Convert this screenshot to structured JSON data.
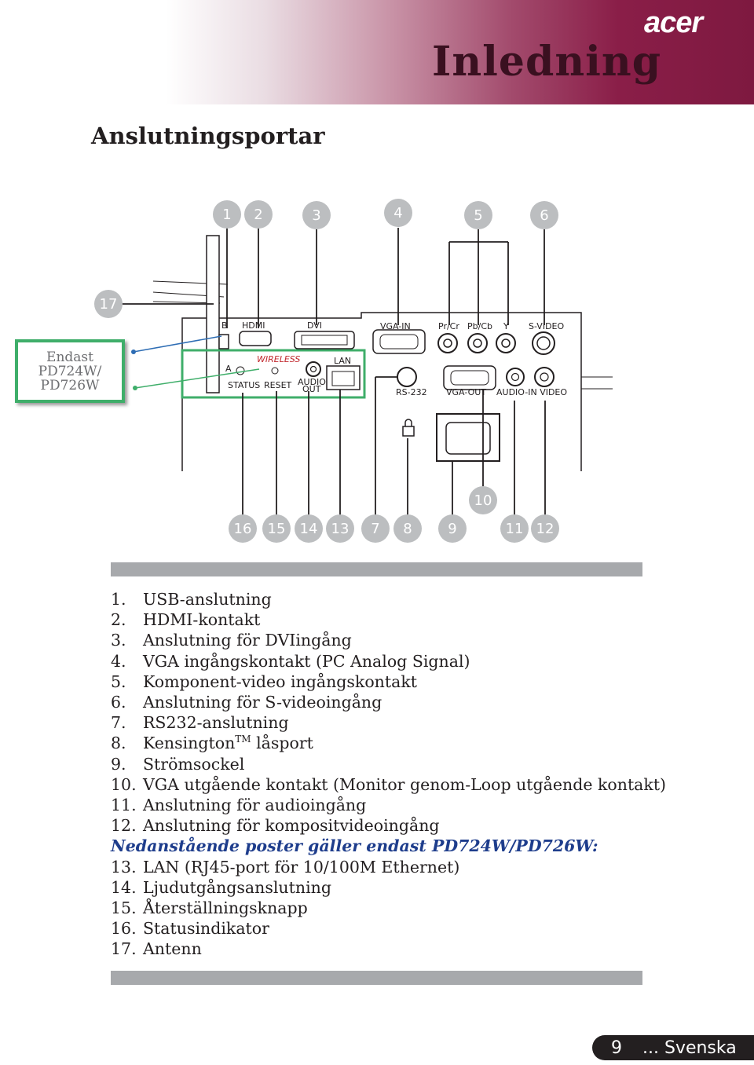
{
  "header": {
    "chapter": "Inledning",
    "brand": "acer"
  },
  "section_title": "Anslutningsportar",
  "callout": {
    "line1": "Endast",
    "line2": "PD724W/",
    "line3": "PD726W"
  },
  "diagram": {
    "top_numbers": [
      "1",
      "2",
      "3",
      "4",
      "5",
      "6"
    ],
    "left_number": "17",
    "bottom_numbers": [
      "16",
      "15",
      "14",
      "13",
      "7",
      "8",
      "9",
      "10",
      "11",
      "12"
    ],
    "port_labels": {
      "b": "B",
      "hdmi": "HDMI",
      "dvi": "DVI",
      "vga_in": "VGA-IN",
      "pr": "Pr/Cr",
      "pb": "Pb/Cb",
      "y": "Y",
      "svideo": "S-VIDEO",
      "a": "A",
      "wireless": "WIRELESS",
      "lan": "LAN",
      "status": "STATUS",
      "reset": "RESET",
      "audio_out_1": "AUDIO",
      "audio_out_2": "OUT",
      "rs232": "RS-232",
      "vga_out": "VGA-OUT",
      "audio_in_video": "AUDIO-IN VIDEO"
    }
  },
  "list": [
    {
      "num": "1.",
      "text": "USB-anslutning"
    },
    {
      "num": "2.",
      "text": "HDMI-kontakt"
    },
    {
      "num": "3.",
      "text": "Anslutning för DVIingång"
    },
    {
      "num": "4.",
      "text": "VGA ingångskontakt (PC Analog Signal)"
    },
    {
      "num": "5.",
      "text": "Komponent-video ingångskontakt"
    },
    {
      "num": "6.",
      "text": "Anslutning för S-videoingång"
    },
    {
      "num": "7.",
      "text": "RS232-anslutning"
    },
    {
      "num": "8.",
      "text": "Kensington",
      "sup": "TM",
      "text2": " låsport"
    },
    {
      "num": "9.",
      "text": "Strömsockel"
    },
    {
      "num": "10.",
      "text": "VGA utgående kontakt (Monitor genom-Loop utgående kontakt)"
    },
    {
      "num": "11.",
      "text": "Anslutning för audioingång"
    },
    {
      "num": "12.",
      "text": "Anslutning för kompositvideoingång"
    }
  ],
  "note": "Nedanstående poster gäller endast PD724W/PD726W:",
  "list2": [
    {
      "num": "13.",
      "text": "LAN (RJ45-port för 10/100M Ethernet)"
    },
    {
      "num": "14.",
      "text": "Ljudutgångsanslutning"
    },
    {
      "num": "15.",
      "text": "Återställningsknapp"
    },
    {
      "num": "16.",
      "text": "Statusindikator"
    },
    {
      "num": "17.",
      "text": "Antenn"
    }
  ],
  "footer": {
    "page": "9",
    "language": "... Svenska"
  },
  "colors": {
    "accent": "#8a1e48",
    "callout_border": "#3fae6a",
    "note_blue": "#1e3d8c",
    "bar_gray": "#a7a9ac"
  }
}
